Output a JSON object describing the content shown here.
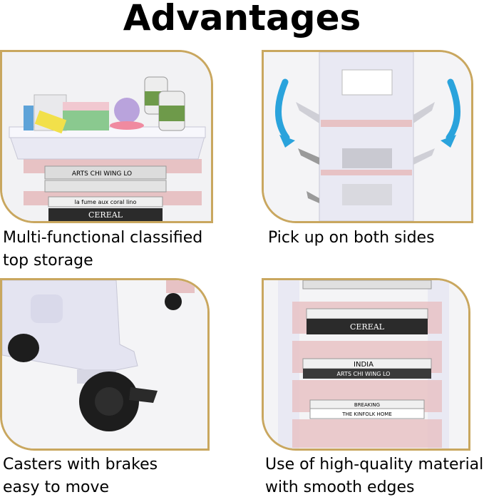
{
  "title": "Advantages",
  "features": [
    {
      "line1": "Multi-functional classified",
      "line2": "top storage"
    },
    {
      "line1": "Pick up on both sides",
      "line2": ""
    },
    {
      "line1": "Casters with brakes",
      "line2": "easy to move"
    },
    {
      "line1": "Use of high-quality material",
      "line2": "with smooth edges"
    }
  ],
  "book_spines": {
    "arts": "ARTS CHI WING LO",
    "lafume": "la fume aux coral lino",
    "cereal": "CEREAL",
    "india": "INDIA",
    "breaking": "BREAKING",
    "kinfolk": "THE KINFOLK HOME"
  },
  "colors": {
    "frame_border": "#c9a75f",
    "cart_white": "#e9e9f3",
    "cart_pink": "#e7c2c4",
    "arrow_blue": "#2aa3dc",
    "caster_black": "#1d1d1d"
  },
  "icons": [
    "curved-arrow-down-icon",
    "curved-arrow-down-icon"
  ]
}
